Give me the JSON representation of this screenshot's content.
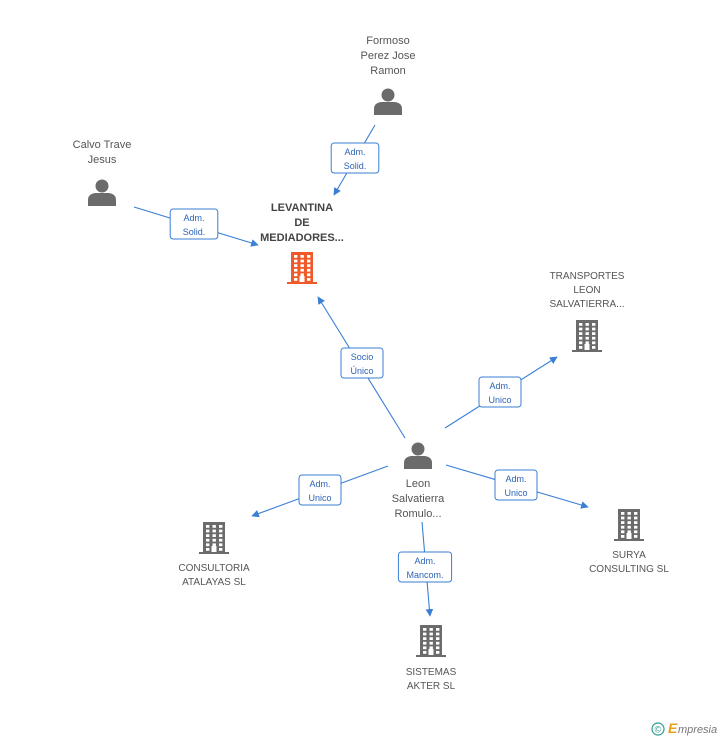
{
  "nodes": [
    {
      "id": "main",
      "kind": "company",
      "highlight": true,
      "label_lines": [
        "LEVANTINA",
        "DE",
        "MEDIADORES..."
      ]
    },
    {
      "id": "formoso",
      "kind": "person",
      "label_lines": [
        "Formoso",
        "Perez Jose",
        "Ramon"
      ]
    },
    {
      "id": "calvo",
      "kind": "person",
      "label_lines": [
        "Calvo Trave",
        "Jesus"
      ]
    },
    {
      "id": "leon",
      "kind": "person",
      "label_lines": [
        "Leon",
        "Salvatierra",
        "Romulo..."
      ]
    },
    {
      "id": "transportes",
      "kind": "company",
      "label_lines": [
        "TRANSPORTES",
        "LEON",
        "SALVATIERRA..."
      ]
    },
    {
      "id": "consultoria",
      "kind": "company",
      "label_lines": [
        "CONSULTORIA",
        "ATALAYAS  SL"
      ]
    },
    {
      "id": "surya",
      "kind": "company",
      "label_lines": [
        "SURYA",
        "CONSULTING SL"
      ]
    },
    {
      "id": "sistemas",
      "kind": "company",
      "label_lines": [
        "SISTEMAS",
        "AKTER SL"
      ]
    }
  ],
  "edges": [
    {
      "id": "e-formoso-main",
      "from": "formoso",
      "to": "main",
      "label_lines": [
        "Adm.",
        "Solid."
      ]
    },
    {
      "id": "e-calvo-main",
      "from": "calvo",
      "to": "main",
      "label_lines": [
        "Adm.",
        "Solid."
      ]
    },
    {
      "id": "e-leon-main",
      "from": "leon",
      "to": "main",
      "label_lines": [
        "Socio",
        "Único"
      ]
    },
    {
      "id": "e-leon-transportes",
      "from": "leon",
      "to": "transportes",
      "label_lines": [
        "Adm.",
        "Unico"
      ]
    },
    {
      "id": "e-leon-consultoria",
      "from": "leon",
      "to": "consultoria",
      "label_lines": [
        "Adm.",
        "Unico"
      ]
    },
    {
      "id": "e-leon-surya",
      "from": "leon",
      "to": "surya",
      "label_lines": [
        "Adm.",
        "Unico"
      ]
    },
    {
      "id": "e-leon-sistemas",
      "from": "leon",
      "to": "sistemas",
      "label_lines": [
        "Adm.",
        "Mancom."
      ]
    }
  ],
  "colors": {
    "edge": "#3a7fd5",
    "edge_text": "#2c63b8",
    "icon": "#6b6b6b",
    "highlight_icon": "#f05a28",
    "label": "#555555"
  },
  "watermark": {
    "copyright": "©",
    "brand_initial": "E",
    "brand_rest": "mpresia",
    "brand_color": "#e8a21a",
    "copyright_color": "#2a9d8f"
  }
}
